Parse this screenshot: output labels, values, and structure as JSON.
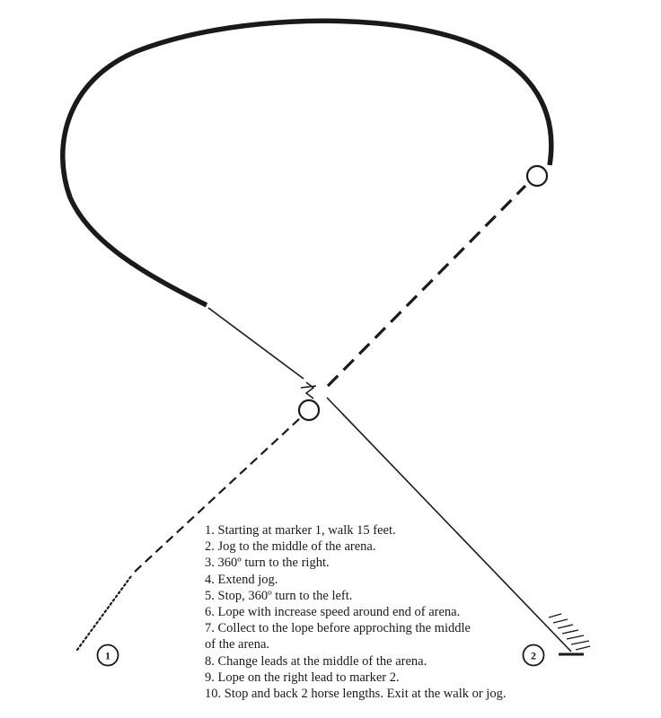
{
  "markers": [
    {
      "id": "1",
      "label": "1"
    },
    {
      "id": "2",
      "label": "2"
    }
  ],
  "instructions": [
    {
      "text": "1. Starting at marker 1, walk 15 feet."
    },
    {
      "text": "2. Jog to the middle of the arena."
    },
    {
      "text": "3. 360º turn to the right."
    },
    {
      "text": "4. Extend jog."
    },
    {
      "text": "5. Stop, 360º turn to the left."
    },
    {
      "text": "6. Lope with increase speed around end of arena."
    },
    {
      "text": "7. Collect to the lope before approching the middle",
      "continuation": "of the arena."
    },
    {
      "text": "8. Change leads at the middle of the arena."
    },
    {
      "text": "9. Lope on the right lead to marker 2."
    },
    {
      "text": "10. Stop and back 2 horse lengths. Exit at the walk or jog."
    }
  ],
  "colors": {
    "ink": "#1a1a1a",
    "background": "#ffffff"
  }
}
